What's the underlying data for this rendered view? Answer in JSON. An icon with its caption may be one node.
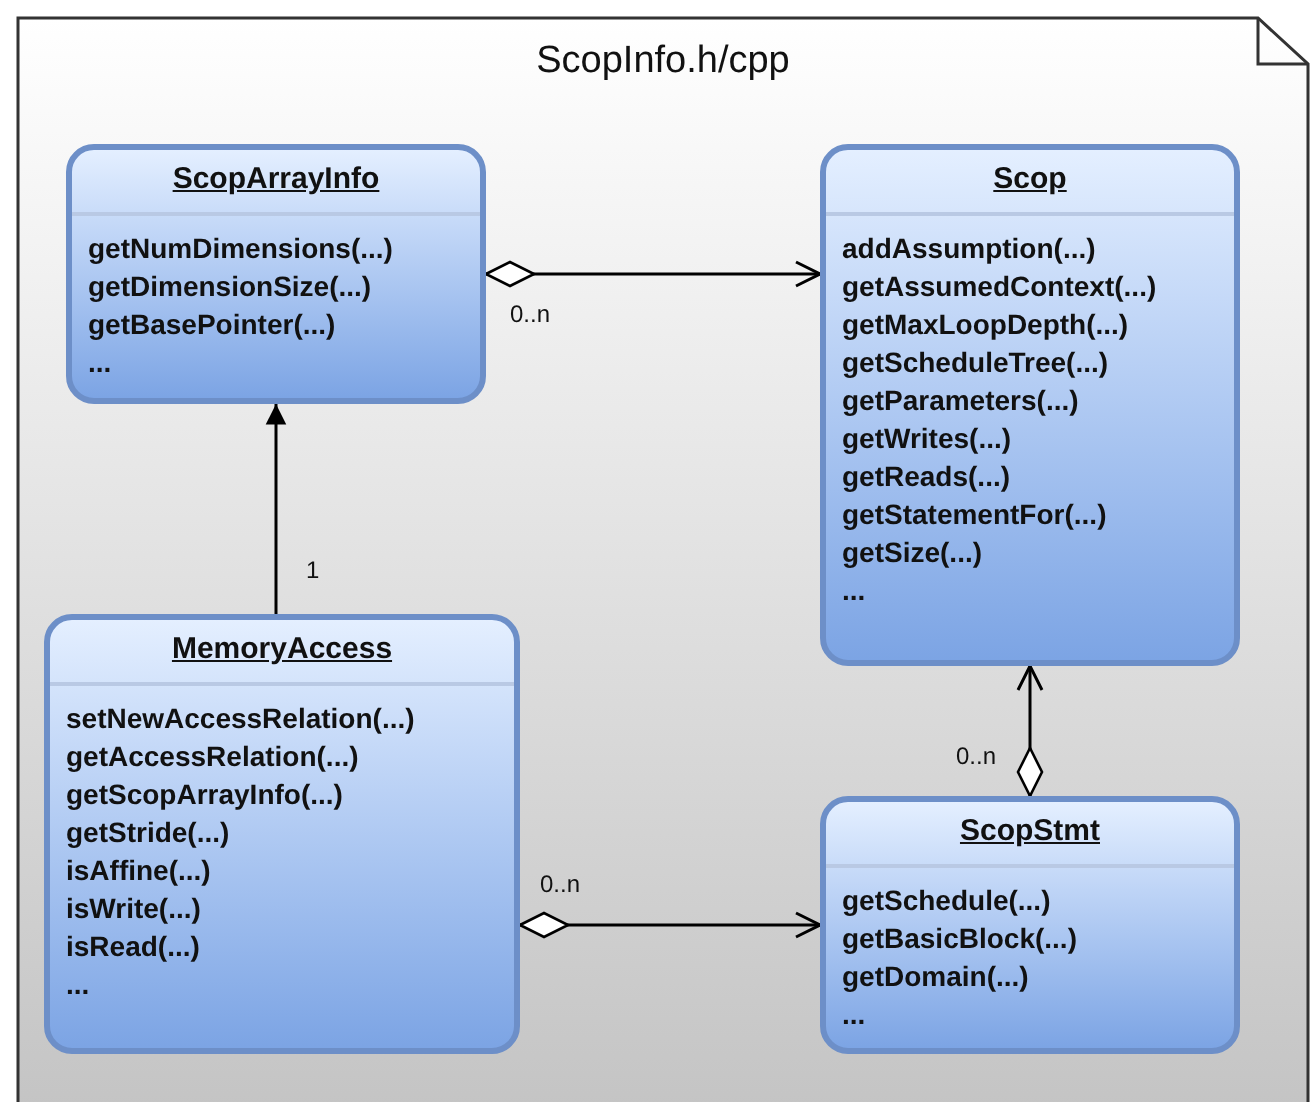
{
  "diagram": {
    "nodes": [
      {
        "text": [
          "ScopInfo.h/cpp"
        ]
      },
      {
        "text": [
          "ScopArrayInfo",
          "getNumDimensions(...)",
          "getDimensionSize(...)",
          "getBasePointer(...)",
          "..."
        ],
        "in": 0
      },
      {
        "text": [
          "Scop",
          "addAssumption(...)",
          "getAssumedContext(...)",
          "getMaxLoopDepth(...)",
          "getScheduleTree(...)",
          "getParameters(...)",
          "getWrites(...)",
          "getReads(...)",
          "getStatementFor(...)",
          "getSize(...)",
          "..."
        ],
        "in": 0
      },
      {
        "text": [
          "MemoryAccess",
          "setNewAccessRelation(...)",
          "getAccessRelation(...)",
          "getScopArrayInfo(...)",
          "getStride(...)",
          "isAffine(...)",
          "isWrite(...)",
          "isRead(...)",
          "..."
        ],
        "in": 0
      },
      {
        "text": [
          "ScopStmt",
          "getSchedule(...)",
          "getBasicBlock(...)",
          "getDomain(...)",
          "..."
        ],
        "in": 0
      }
    ],
    "edges": [
      {
        "from": 1,
        "to": 2,
        "arrow": "to",
        "label": "0..n"
      },
      {
        "from": 3,
        "to": 1,
        "arrow": "to",
        "label": "1"
      },
      {
        "from": 4,
        "to": 2,
        "arrow": "to",
        "label": "0..n"
      },
      {
        "from": 3,
        "to": 4,
        "arrow": "to",
        "label": "0..n"
      }
    ]
  }
}
